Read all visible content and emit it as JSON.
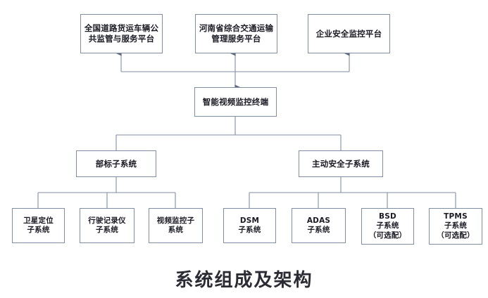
{
  "diagram": {
    "caption": "系统组成及架构",
    "line_color": "#7f8ea4",
    "box_border_color": "#7f8ea4",
    "background_color": "#ffffff",
    "text_color": "#1a1a24",
    "platforms": [
      {
        "label": "全国道路货运车辆公\n共监管与服务平台"
      },
      {
        "label": "河南省综合交通运输\n管理服务平台"
      },
      {
        "label": "企业安全监控平台"
      }
    ],
    "terminal": {
      "label": "智能视频监控终端"
    },
    "subsystems": [
      {
        "label": "部标子系统"
      },
      {
        "label": "主动安全子系统"
      }
    ],
    "bureau_children": [
      {
        "label": "卫星定位\n子系统"
      },
      {
        "label": "行驶记录仪\n子系统"
      },
      {
        "label": "视频监控子\n系统"
      }
    ],
    "safety_children": [
      {
        "label": "DSM\n子系统"
      },
      {
        "label": "ADAS\n子系统"
      },
      {
        "label": "BSD\n子系统\n（可选配）"
      },
      {
        "label": "TPMS\n子系统\n（可选配）"
      }
    ]
  }
}
